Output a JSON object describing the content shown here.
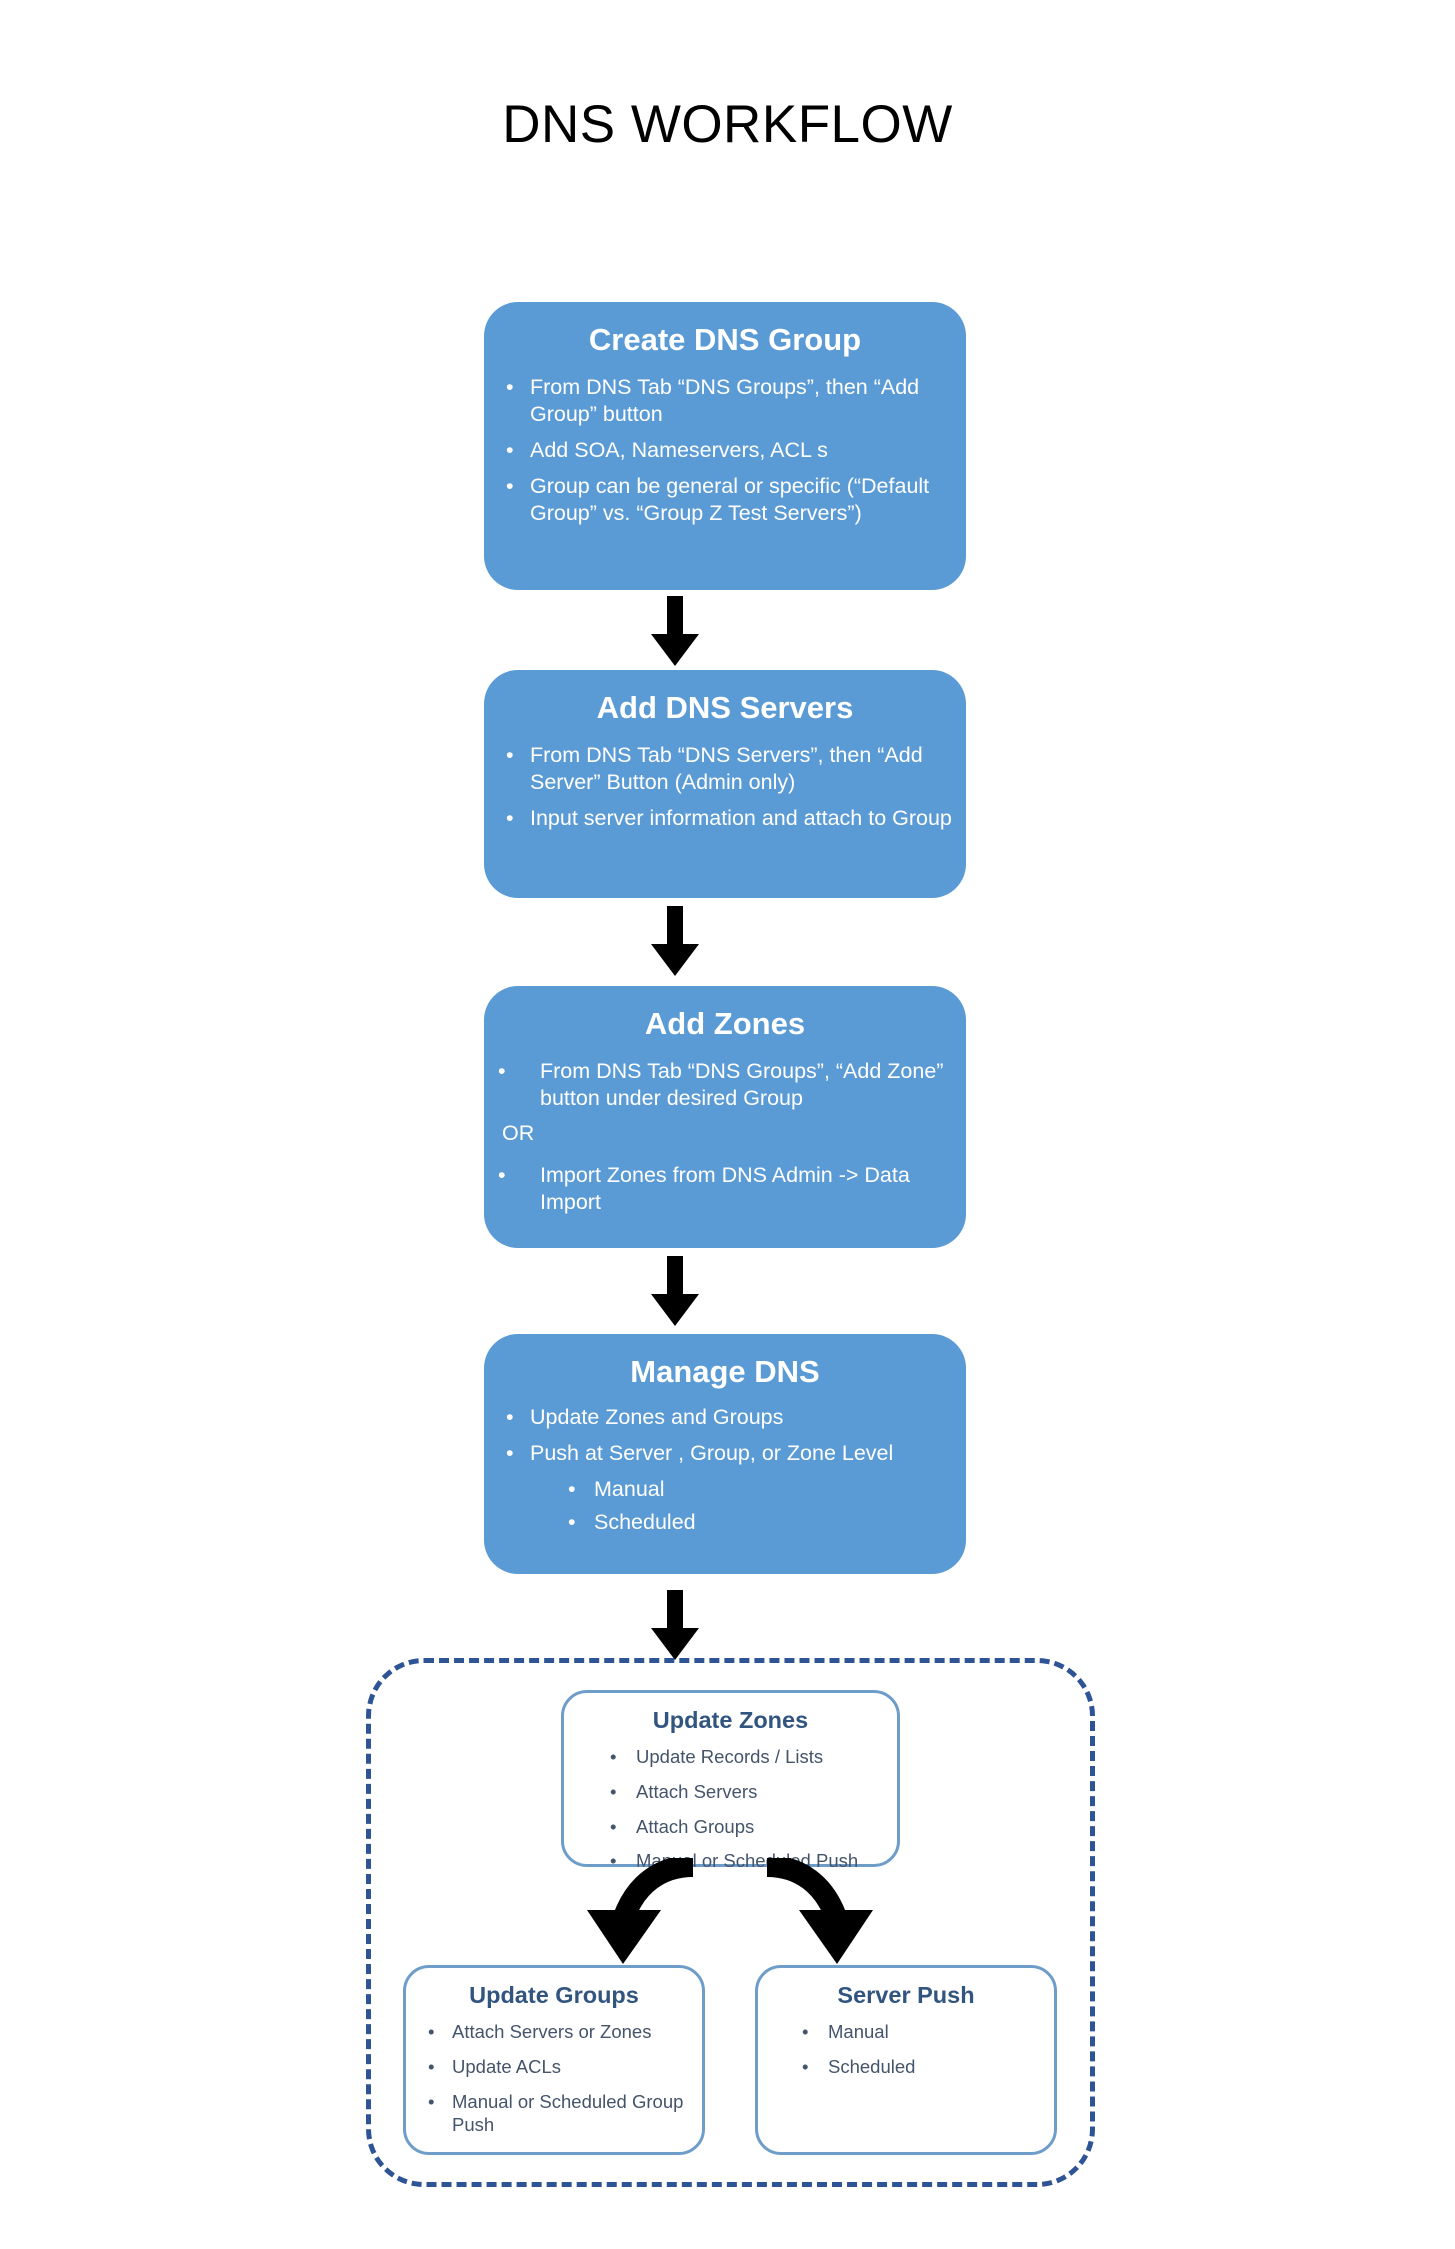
{
  "title": "DNS WORKFLOW",
  "colors": {
    "box_fill": "#5B9BD5",
    "box_text": "#FFFFFF",
    "dashed_border": "#2E5496",
    "white_box_border": "#6E9DC9",
    "white_box_title": "#31557F",
    "white_box_text": "#44546A",
    "arrow": "#000000"
  },
  "steps": [
    {
      "id": "create-dns-group",
      "title": "Create DNS Group",
      "bullets": [
        "From DNS Tab “DNS Groups”, then “Add Group” button",
        "Add SOA, Nameservers, ACL s",
        "Group can be general or specific (“Default Group” vs. “Group Z Test Servers”)"
      ]
    },
    {
      "id": "add-dns-servers",
      "title": "Add DNS Servers",
      "bullets": [
        "From DNS Tab “DNS Servers”, then “Add Server” Button (Admin only)",
        "Input server information and attach to Group"
      ]
    },
    {
      "id": "add-zones",
      "title": "Add  Zones",
      "bullets_before": [
        "From DNS Tab “DNS Groups”, “Add Zone” button under desired Group"
      ],
      "separator": "OR",
      "bullets_after": [
        "Import Zones from DNS Admin -> Data Import"
      ]
    },
    {
      "id": "manage-dns",
      "title": "Manage DNS",
      "bullets": [
        "Update Zones and Groups",
        "Push at Server , Group, or Zone Level"
      ],
      "sub_bullets": [
        "Manual",
        "Scheduled"
      ]
    }
  ],
  "detail_group": {
    "update_zones": {
      "title": "Update Zones",
      "bullets": [
        "Update Records / Lists",
        "Attach Servers",
        "Attach Groups",
        "Manual or Scheduled Push"
      ]
    },
    "update_groups": {
      "title": "Update Groups",
      "bullets": [
        "Attach Servers or Zones",
        "Update ACLs",
        "Manual or Scheduled Group Push"
      ]
    },
    "server_push": {
      "title": "Server Push",
      "bullets": [
        "Manual",
        "Scheduled"
      ]
    }
  },
  "bullet_glyph": "•"
}
